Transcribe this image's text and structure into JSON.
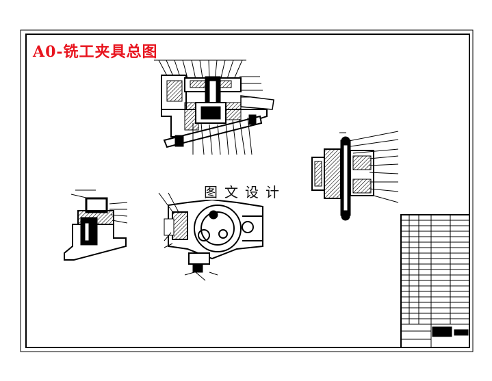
{
  "drawing": {
    "title": "A0-铣工夹具总图",
    "watermark": "图文设计"
  },
  "colors": {
    "title": "#e8141e",
    "line": "#000000",
    "background": "#ffffff"
  },
  "views": [
    {
      "name": "main-section-view"
    },
    {
      "name": "side-section-view"
    },
    {
      "name": "top-plan-view"
    },
    {
      "name": "small-part-section"
    }
  ]
}
